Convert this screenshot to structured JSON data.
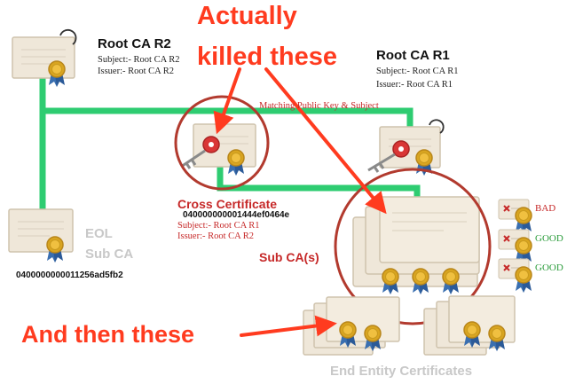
{
  "annotations": {
    "actually_killed": [
      "Actually",
      "killed these"
    ],
    "and_then": "And then these"
  },
  "root_r2": {
    "title": "Root CA R2",
    "subject": "Subject:- Root CA R2",
    "issuer": "Issuer:- Root CA R2"
  },
  "root_r1": {
    "title": "Root CA R1",
    "subject": "Subject:- Root CA R1",
    "issuer": "Issuer:- Root CA R1"
  },
  "matching_note": "Matching Public Key & Subject",
  "cross_cert": {
    "title": "Cross Certificate",
    "serial": "040000000001444ef0464e",
    "subject": "Subject:- Root CA R1",
    "issuer": "Issuer:- Root CA R2"
  },
  "eol_sub_ca": {
    "line1": "EOL",
    "line2": "Sub CA",
    "serial": "0400000000011256ad5fb2"
  },
  "sub_ca": {
    "label": "Sub CA(s)"
  },
  "status_legend": [
    {
      "label": "BAD",
      "color": "#c62828"
    },
    {
      "label": "GOOD",
      "color": "#2e9e3e"
    },
    {
      "label": "GOOD",
      "color": "#2e9e3e"
    }
  ],
  "end_entity": {
    "label": "End Entity Certificates"
  },
  "colors": {
    "connector": "#2ecc71",
    "annotation": "#ff3b1f",
    "circle": "#b23a2e",
    "certificate": "#efe7d9"
  }
}
